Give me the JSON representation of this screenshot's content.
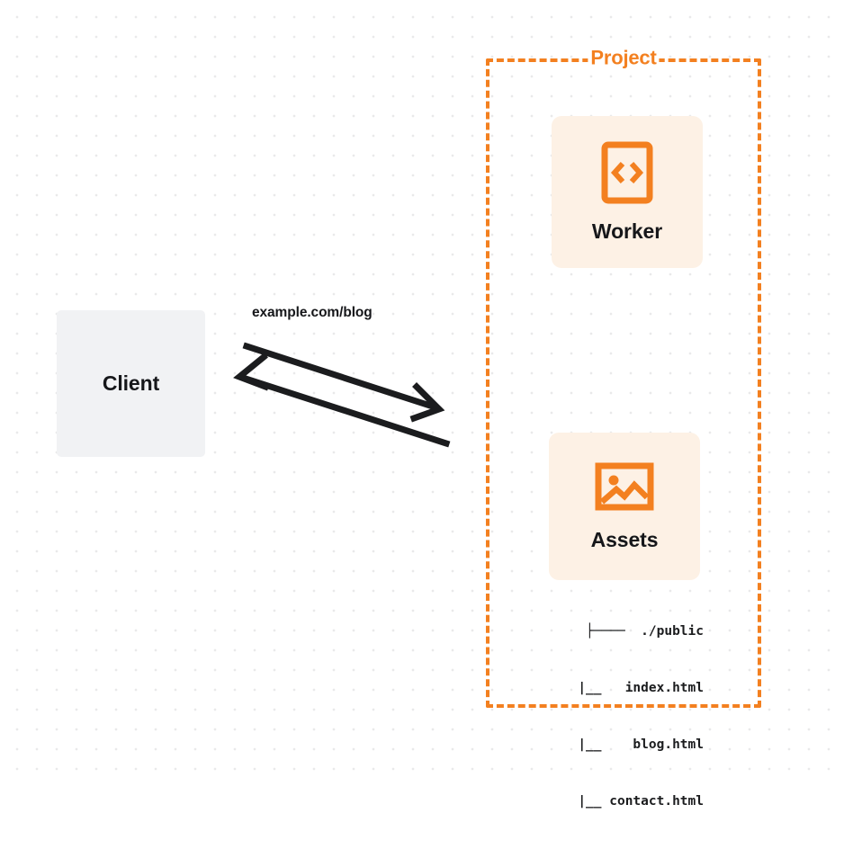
{
  "diagram": {
    "title": "Client to Project (Worker and Assets) request flow",
    "background": {
      "dot_color": "#e9e9ea",
      "page_color": "#ffffff"
    },
    "colors": {
      "accent_orange": "#f38020",
      "card_background": "#fdf1e5",
      "client_background": "#f1f2f4",
      "text_dark": "#16171a"
    }
  },
  "client": {
    "label": "Client"
  },
  "connection": {
    "label": "example.com/blog",
    "request_direction": "client-to-project",
    "response_direction": "project-to-client"
  },
  "project": {
    "title": "Project",
    "border_style": "dashed",
    "nodes": [
      {
        "id": "worker",
        "label": "Worker",
        "icon": "code-brackets-icon"
      },
      {
        "id": "assets",
        "label": "Assets",
        "icon": "image-icon"
      }
    ]
  },
  "file_tree": {
    "rows": [
      "├────  ./public",
      "   |__   index.html",
      "   |__    blog.html",
      "   |__ contact.html"
    ]
  }
}
